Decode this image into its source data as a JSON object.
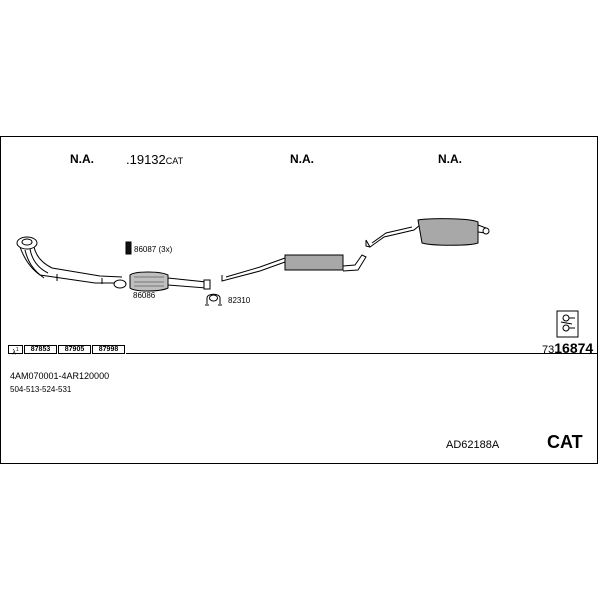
{
  "header_labels": [
    {
      "main": "N.A.",
      "suffix": ""
    },
    {
      "main": ".19132",
      "suffix": "CAT"
    },
    {
      "main": "N.A.",
      "suffix": ""
    },
    {
      "main": "N.A.",
      "suffix": ""
    }
  ],
  "parts": {
    "clamp": "86087 (3x)",
    "gasket": "86086",
    "bracket": "82310"
  },
  "ref_symbol": "λ",
  "ref_codes": [
    "87853",
    "87905",
    "87998"
  ],
  "big_number": {
    "prefix": "73",
    "main": "16874"
  },
  "range_line": "4AM070001-4AR120000",
  "codes_line": "504-513-524-531",
  "set_code": "AD62188A",
  "cat_label": "CAT"
}
